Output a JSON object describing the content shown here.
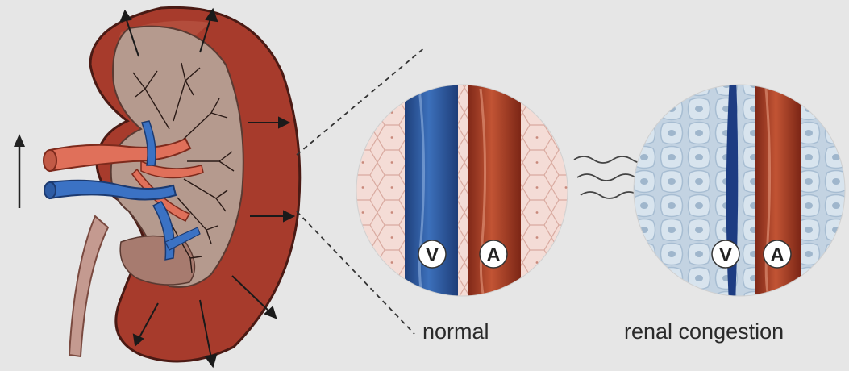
{
  "panels": {
    "normal": {
      "caption": "normal",
      "vein_label": "V",
      "artery_label": "A"
    },
    "congestion": {
      "caption": "renal congestion",
      "vein_label": "V",
      "artery_label": "A"
    }
  },
  "colors": {
    "background": "#e6e6e6",
    "kidney_cortex": "#a83a2c",
    "kidney_medulla": "#b59a8e",
    "artery": "#b94a2e",
    "vein": "#2f5fa8",
    "normal_tissue": "#f3d8d2",
    "congested_tissue": "#b7c9da"
  }
}
